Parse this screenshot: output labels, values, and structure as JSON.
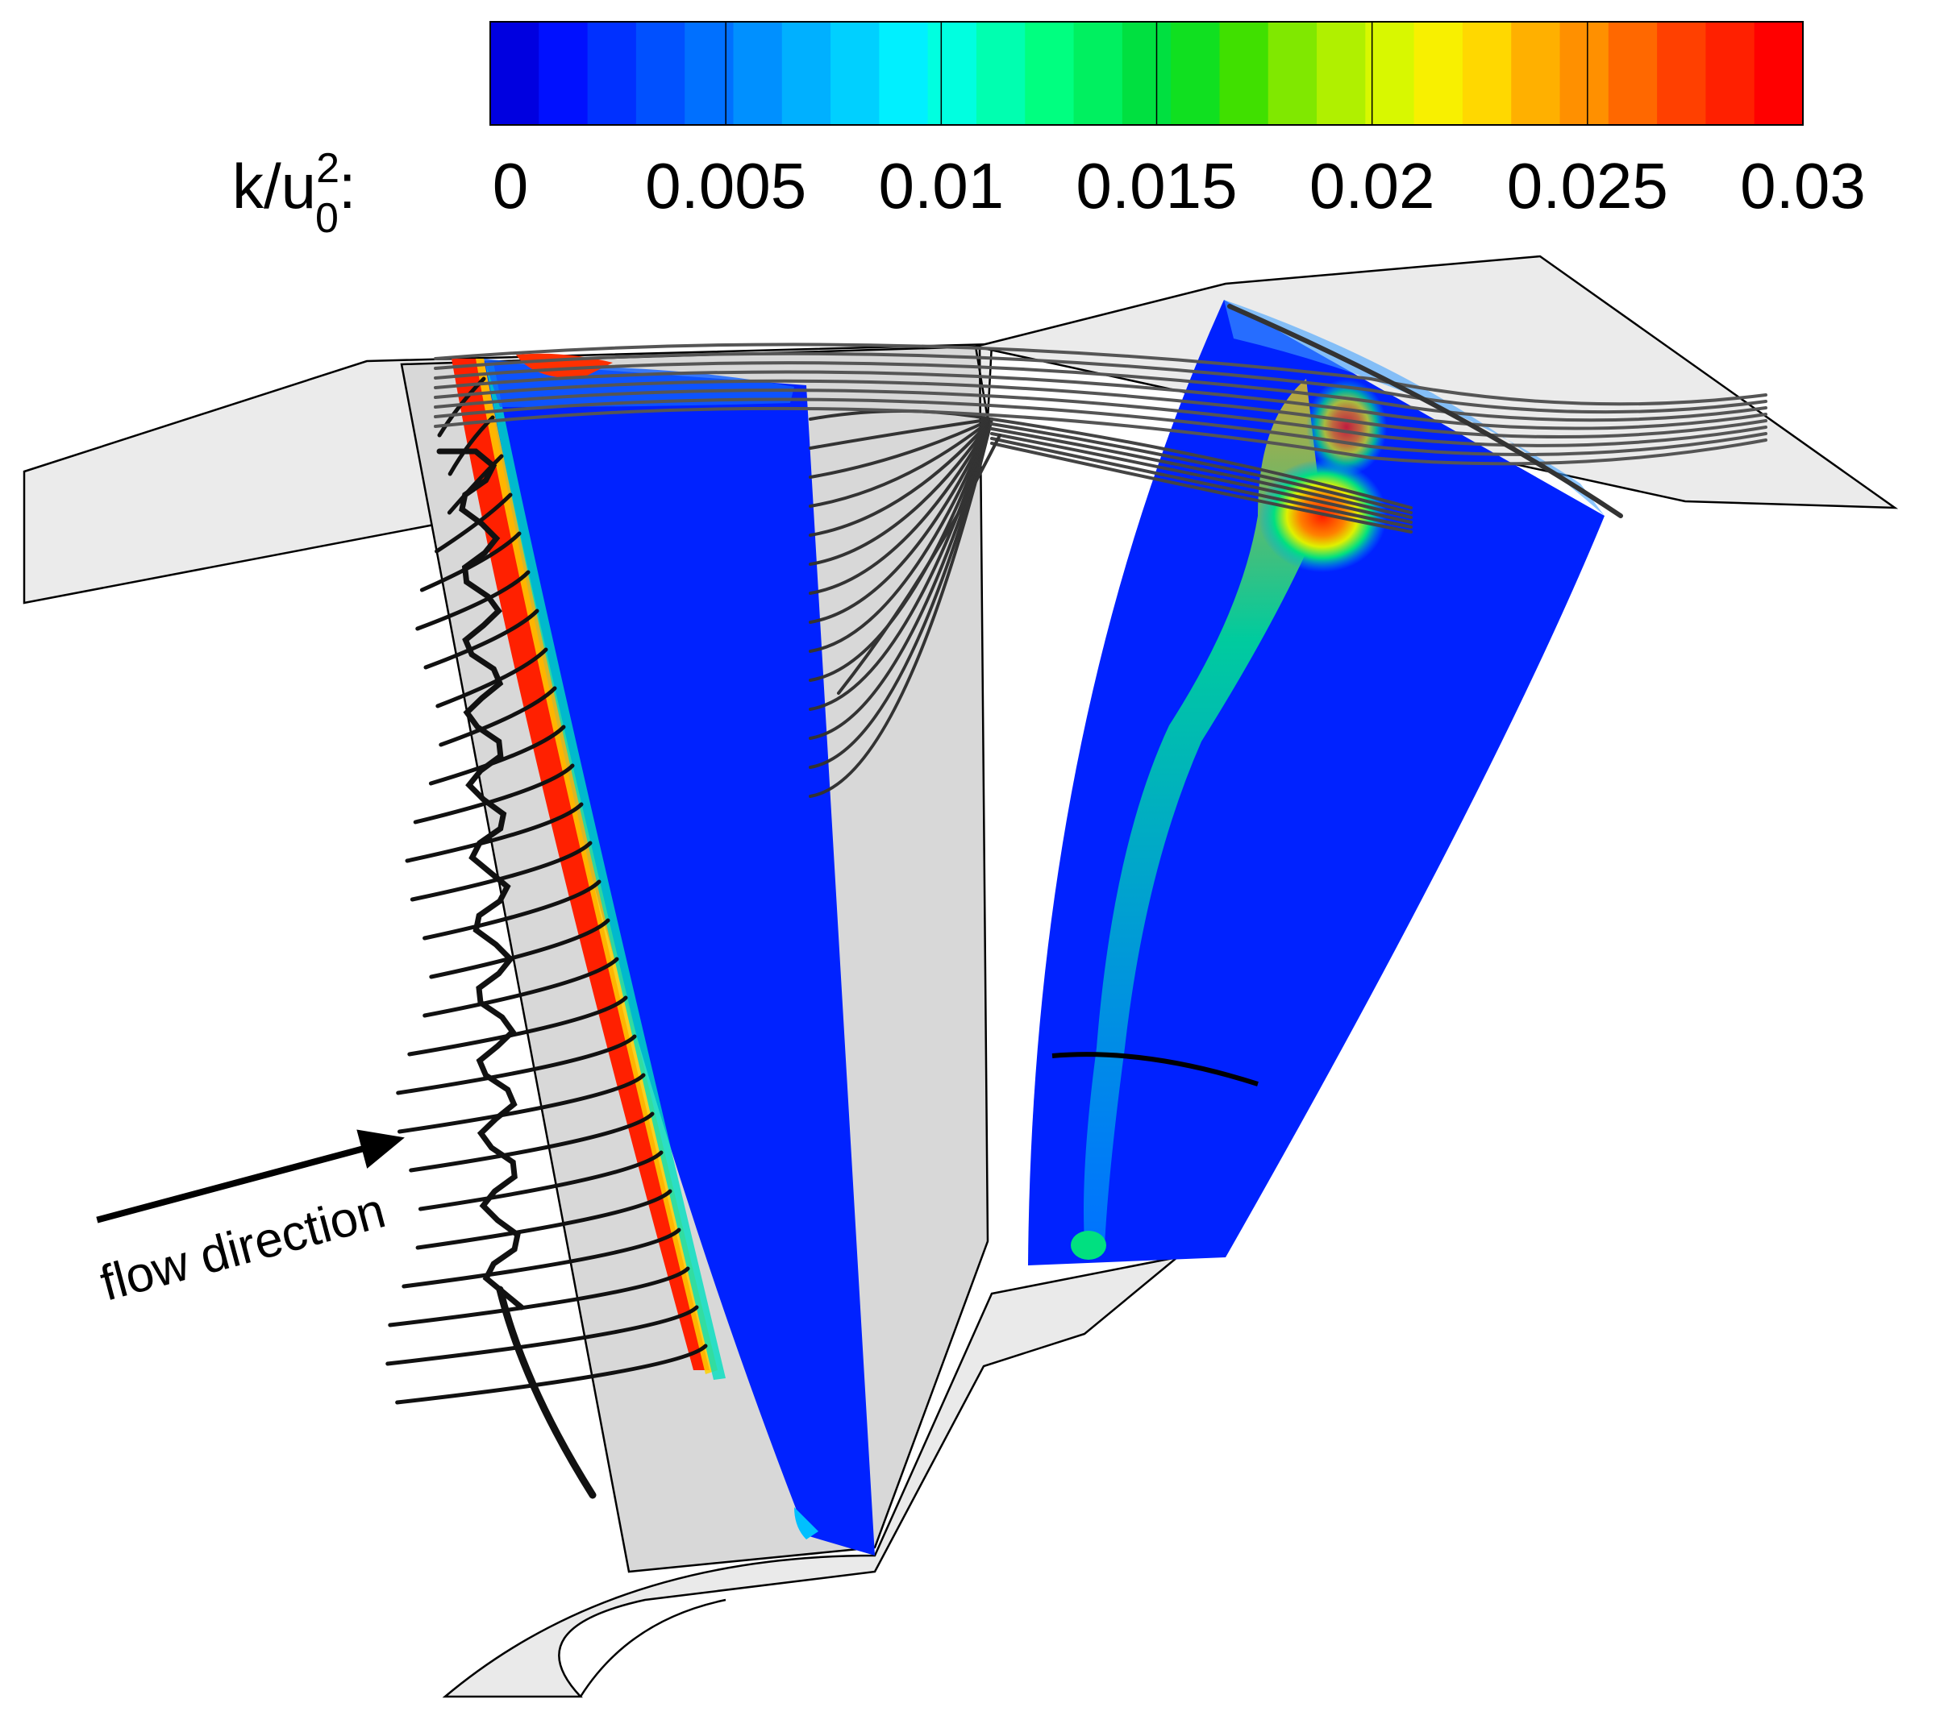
{
  "colorbar": {
    "label_main": "k/u",
    "label_sup": "2",
    "label_sub": "0",
    "label_suffix": ":",
    "min": 0,
    "max": 0.03,
    "ticks": [
      "0",
      "0.005",
      "0.01",
      "0.015",
      "0.02",
      "0.025",
      "0.03"
    ],
    "colors": [
      "#0000e0",
      "#0010ff",
      "#0030ff",
      "#0050ff",
      "#0070ff",
      "#0090ff",
      "#00b0ff",
      "#00d0ff",
      "#00f0ff",
      "#00ffe0",
      "#00ffb0",
      "#00ff80",
      "#00f060",
      "#00e040",
      "#10e020",
      "#40e000",
      "#80e800",
      "#b0f000",
      "#d8f800",
      "#f8f000",
      "#ffd800",
      "#ffb000",
      "#ff9000",
      "#ff6800",
      "#ff4000",
      "#ff2000",
      "#ff0000"
    ]
  },
  "annotation": {
    "flow_text": "flow direction"
  },
  "palette": {
    "low": "#0022ff",
    "mid": "#00e060",
    "high": "#ff2000",
    "surface": "#e6e6e6",
    "outline": "#000000"
  }
}
